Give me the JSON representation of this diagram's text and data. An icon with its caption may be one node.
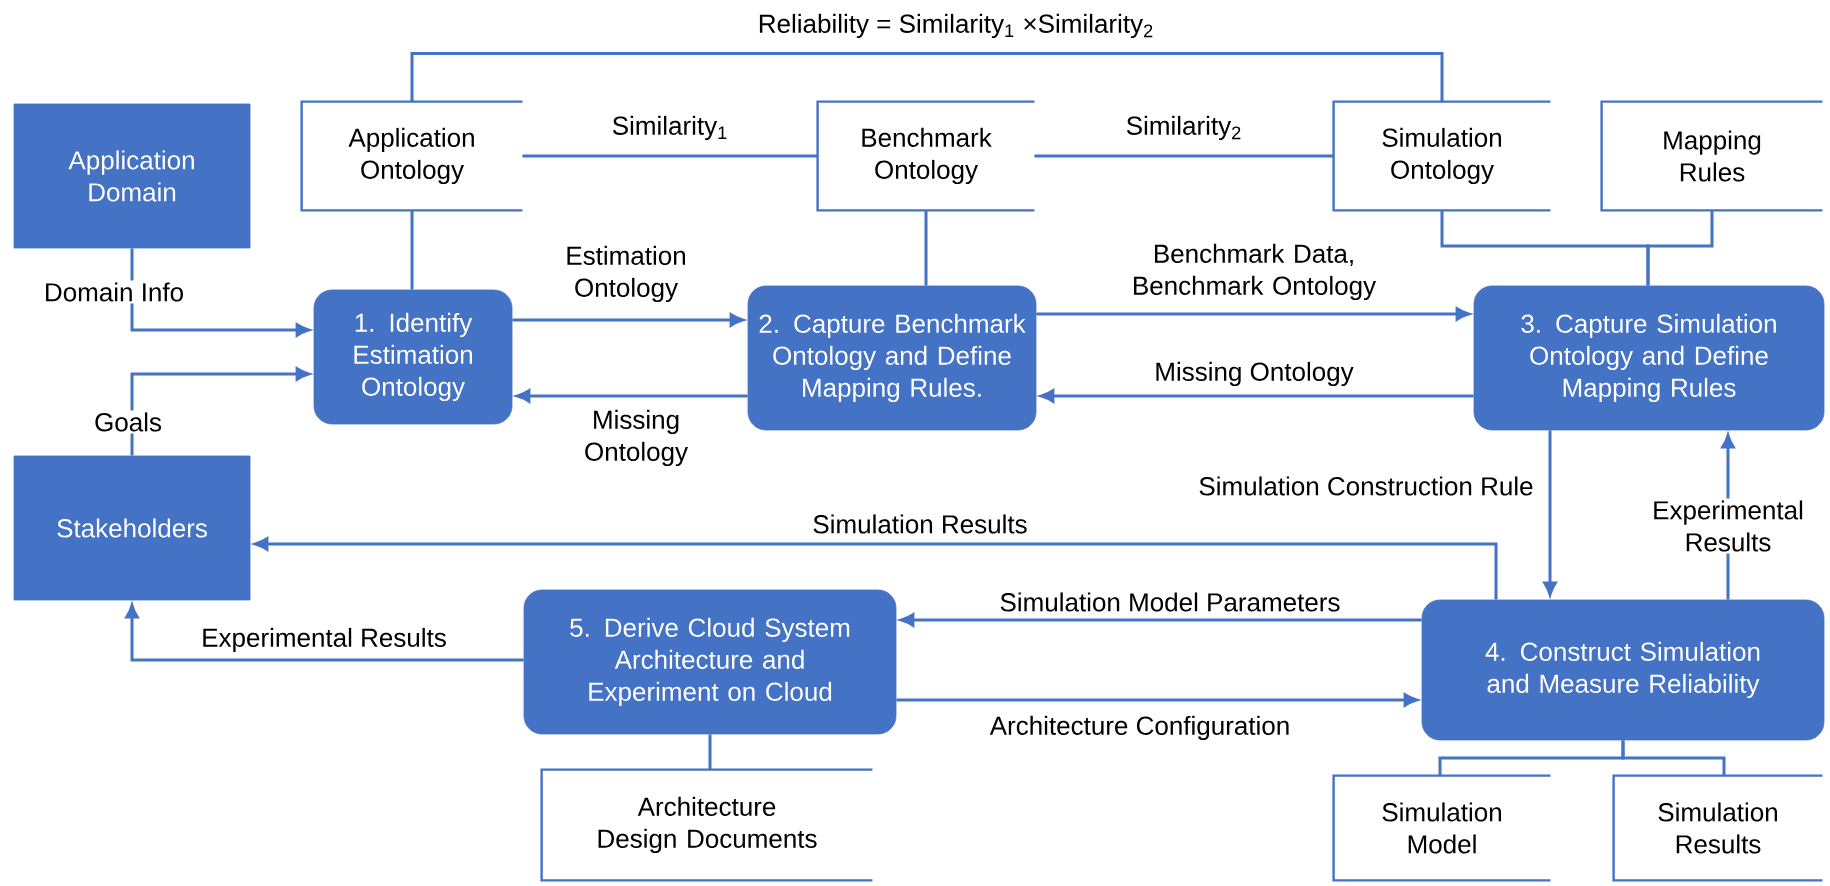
{
  "diagram": {
    "nodes": [
      {
        "text": [
          "Application Domain"
        ]
      },
      {
        "text": [
          "Application Ontology"
        ]
      },
      {
        "text": [
          "Benchmark Ontology"
        ]
      },
      {
        "text": [
          "Simulation Ontology"
        ]
      },
      {
        "text": [
          "Mapping Rules"
        ]
      },
      {
        "text": [
          "1. Identify Estimation Ontology"
        ]
      },
      {
        "text": [
          "2. Capture Benchmark Ontology and Define Mapping Rules."
        ]
      },
      {
        "text": [
          "3. Capture Simulation Ontology and Define Mapping Rules"
        ]
      },
      {
        "text": [
          "Stakeholders"
        ]
      },
      {
        "text": [
          "5. Derive Cloud System Architecture and Experiment on Cloud"
        ]
      },
      {
        "text": [
          "4. Construct Simulation and Measure Reliability"
        ]
      },
      {
        "text": [
          "Architecture Design Documents"
        ]
      },
      {
        "text": [
          "Simulation Model"
        ]
      },
      {
        "text": [
          "Simulation Results"
        ]
      }
    ],
    "edges": [
      {
        "from": 1,
        "to": 3,
        "arrow": "none",
        "label": "Reliability = Similarity$_{1}$ ×Similarity$_{2}$"
      },
      {
        "from": 1,
        "to": 2,
        "arrow": "none",
        "label": "Similarity$_{1}$"
      },
      {
        "from": 2,
        "to": 3,
        "arrow": "none",
        "label": "Similarity$_{2}$"
      },
      {
        "from": 1,
        "to": 5,
        "arrow": "none"
      },
      {
        "from": 2,
        "to": 6,
        "arrow": "none"
      },
      {
        "from": 3,
        "to": 7,
        "arrow": "none"
      },
      {
        "from": 4,
        "to": 7,
        "arrow": "none"
      },
      {
        "from": 0,
        "to": 5,
        "arrow": "to",
        "label": "Domain Info"
      },
      {
        "from": 8,
        "to": 5,
        "arrow": "to",
        "label": "Goals"
      },
      {
        "from": 5,
        "to": 6,
        "arrow": "to",
        "label": "Estimation Ontology"
      },
      {
        "from": 6,
        "to": 5,
        "arrow": "to",
        "label": "Missing Ontology"
      },
      {
        "from": 6,
        "to": 7,
        "arrow": "to",
        "label": "Benchmark Data, Benchmark Ontology"
      },
      {
        "from": 7,
        "to": 6,
        "arrow": "to",
        "label": "Missing Ontology"
      },
      {
        "from": 7,
        "to": 10,
        "arrow": "to",
        "label": "Simulation Construction Rule"
      },
      {
        "from": 10,
        "to": 7,
        "arrow": "to",
        "label": "Experimental Results"
      },
      {
        "from": 10,
        "to": 8,
        "arrow": "to",
        "label": "Simulation Results"
      },
      {
        "from": 10,
        "to": 9,
        "arrow": "to",
        "label": "Simulation Model Parameters"
      },
      {
        "from": 9,
        "to": 10,
        "arrow": "to",
        "label": "Architecture Configuration"
      },
      {
        "from": 9,
        "to": 8,
        "arrow": "to",
        "label": "Experimental Results"
      },
      {
        "from": 9,
        "to": 11,
        "arrow": "none"
      },
      {
        "from": 10,
        "to": 12,
        "arrow": "none"
      },
      {
        "from": 10,
        "to": 13,
        "arrow": "none"
      }
    ]
  }
}
